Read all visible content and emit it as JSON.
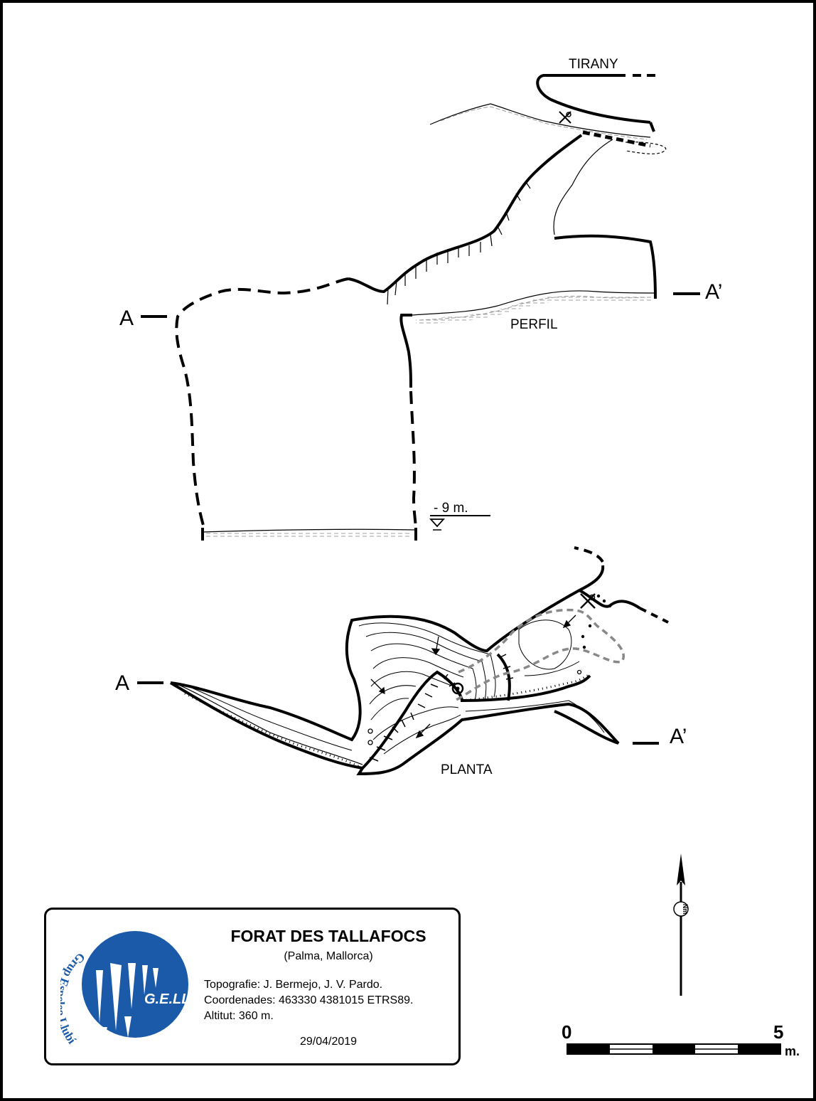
{
  "labels": {
    "tirany": "TIRANY",
    "perfil": "PERFIL",
    "planta": "PLANTA",
    "section_a_profile": "A",
    "section_a2_profile": "A’",
    "section_a_plan": "A",
    "section_a2_plan": "A’",
    "depth": "- 9 m."
  },
  "title_block": {
    "cave_name": "FORAT DES TALLAFOCS",
    "location": "(Palma, Mallorca)",
    "topography": "Topografie: J. Bermejo, J. V. Pardo.",
    "coordinates": "Coordenades: 463330 4381015 ETRS89.",
    "altitude": "Altitut: 360 m.",
    "date": "29/04/2019"
  },
  "logo": {
    "short_name": "G.E.LL.",
    "full_name": "Grup Espeleo Llubí",
    "color": "#1a5aa8"
  },
  "north_arrow": {
    "label": "Nm",
    "icon": "north-arrow-icon"
  },
  "scale_bar": {
    "start": "0",
    "end": "5",
    "unit": "m.",
    "segments": 5
  }
}
